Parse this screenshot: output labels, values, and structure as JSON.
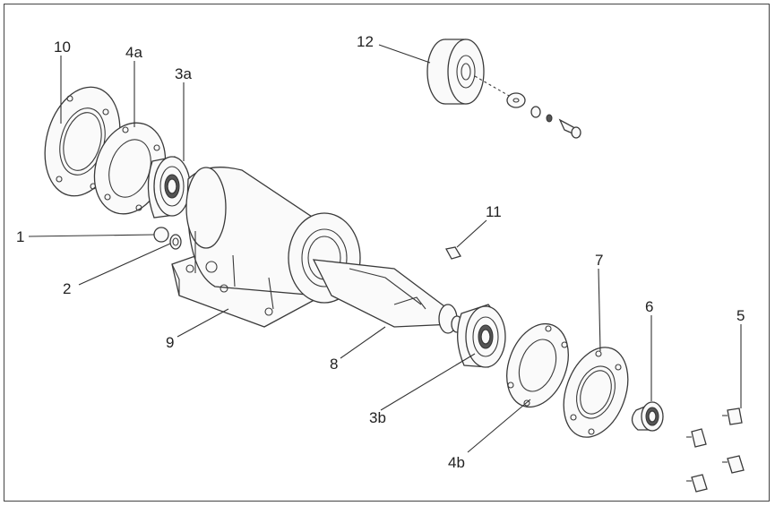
{
  "labels": {
    "l1": "1",
    "l2": "2",
    "l3a": "3a",
    "l3b": "3b",
    "l4a": "4a",
    "l4b": "4b",
    "l5": "5",
    "l6": "6",
    "l7": "7",
    "l8": "8",
    "l9": "9",
    "l10": "10",
    "l11": "11",
    "l12": "12"
  }
}
